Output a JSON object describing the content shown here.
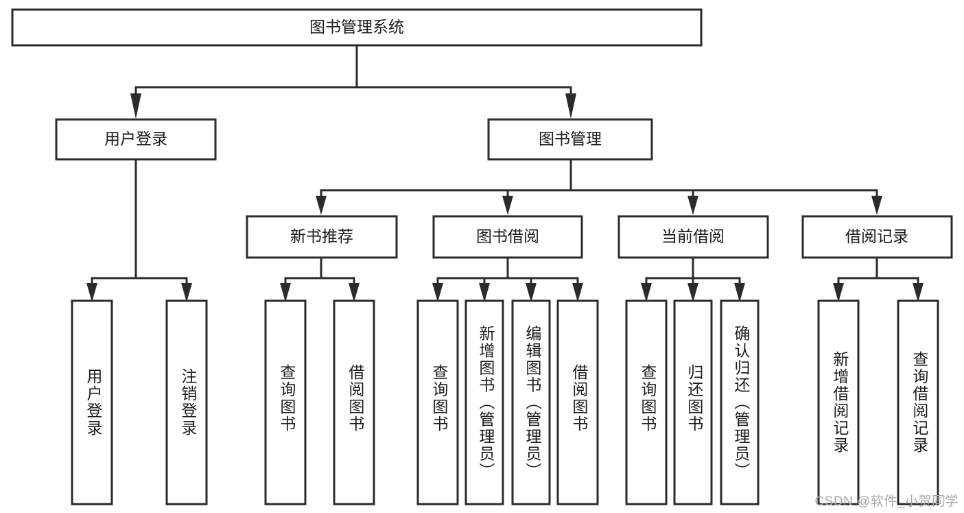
{
  "diagram": {
    "type": "tree-hierarchy",
    "title": "图书管理系统",
    "watermark": "CSDN @软件_小贺同学",
    "colors": {
      "background": "#ffffff",
      "box_fill": "#ffffff",
      "box_stroke": "#2b2b2b",
      "text": "#1c1c1c",
      "watermark": "#a8a8a8"
    },
    "levels": {
      "root": {
        "label": "图书管理系统"
      },
      "level1": [
        {
          "label": "用户登录"
        },
        {
          "label": "图书管理"
        }
      ],
      "level2": [
        {
          "label": "新书推荐"
        },
        {
          "label": "图书借阅"
        },
        {
          "label": "当前借阅"
        },
        {
          "label": "借阅记录"
        }
      ],
      "leaves": [
        {
          "label": "用户登录",
          "parent": "用户登录"
        },
        {
          "label": "注销登录",
          "parent": "用户登录"
        },
        {
          "label": "查询图书",
          "parent": "新书推荐"
        },
        {
          "label": "借阅图书",
          "parent": "新书推荐"
        },
        {
          "label": "查询图书",
          "parent": "图书借阅"
        },
        {
          "label": "新增图书（管理员）",
          "parent": "图书借阅"
        },
        {
          "label": "编辑图书（管理员）",
          "parent": "图书借阅"
        },
        {
          "label": "借阅图书",
          "parent": "图书借阅"
        },
        {
          "label": "查询图书",
          "parent": "当前借阅"
        },
        {
          "label": "归还图书",
          "parent": "当前借阅"
        },
        {
          "label": "确认归还（管理员）",
          "parent": "当前借阅"
        },
        {
          "label": "新增借阅记录",
          "parent": "借阅记录"
        },
        {
          "label": "查询借阅记录",
          "parent": "借阅记录"
        }
      ]
    }
  }
}
